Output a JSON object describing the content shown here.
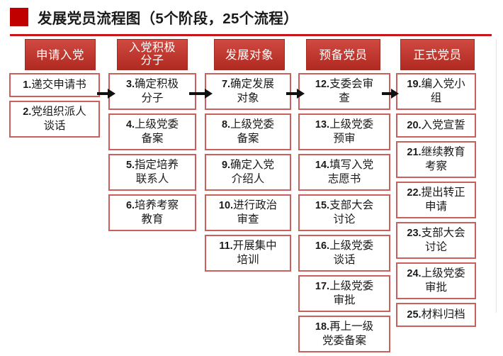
{
  "title": {
    "text": "发展党员流程图（5个阶段，25个流程）",
    "marker_color": "#c00000",
    "rule_color": "#c9161b"
  },
  "colors": {
    "stage_header_fill": "#c23b33",
    "stage_header_text": "#ffffff",
    "step_border": "#c9605c",
    "step_text": "#1a1a1a",
    "arrow": "#111111"
  },
  "chart_data": {
    "type": "flowchart",
    "title": "发展党员流程图（5个阶段，25个流程）",
    "stage_count": 5,
    "step_count": 25
  },
  "stages": [
    {
      "header": "申请入党",
      "header_lines": [
        "申请入党"
      ],
      "steps": [
        {
          "num": "1.",
          "text": "递交申请书",
          "lines": [
            "1.递交申请书"
          ]
        },
        {
          "num": "2.",
          "text": "党组织派人谈话",
          "lines": [
            "2.党组织派人",
            "谈话"
          ]
        }
      ]
    },
    {
      "header": "入党积极分子",
      "header_lines": [
        "入党积极",
        "分子"
      ],
      "steps": [
        {
          "num": "3.",
          "text": "确定积极分子",
          "lines": [
            "3.确定积极",
            "分子"
          ]
        },
        {
          "num": "4.",
          "text": "上级党委备案",
          "lines": [
            "4.上级党委",
            "备案"
          ]
        },
        {
          "num": "5.",
          "text": "指定培养联系人",
          "lines": [
            "5.指定培养",
            "联系人"
          ]
        },
        {
          "num": "6.",
          "text": "培养考察教育",
          "lines": [
            "6.培养考察",
            "教育"
          ]
        }
      ]
    },
    {
      "header": "发展对象",
      "header_lines": [
        "发展对象"
      ],
      "steps": [
        {
          "num": "7.",
          "text": "确定发展对象",
          "lines": [
            "7.确定发展",
            "对象"
          ]
        },
        {
          "num": "8.",
          "text": "上级党委备案",
          "lines": [
            "8.上级党委",
            "备案"
          ]
        },
        {
          "num": "9.",
          "text": "确定入党介绍人",
          "lines": [
            "9.确定入党",
            "介绍人"
          ]
        },
        {
          "num": "10.",
          "text": "进行政治审查",
          "lines": [
            "10.进行政治",
            "审查"
          ]
        },
        {
          "num": "11.",
          "text": "开展集中培训",
          "lines": [
            "11.开展集中",
            "培训"
          ]
        }
      ]
    },
    {
      "header": "预备党员",
      "header_lines": [
        "预备党员"
      ],
      "steps": [
        {
          "num": "12.",
          "text": "支委会审查",
          "lines": [
            "12.支委会审",
            "查"
          ]
        },
        {
          "num": "13.",
          "text": "上级党委预审",
          "lines": [
            "13.上级党委",
            "预审"
          ]
        },
        {
          "num": "14.",
          "text": "填写入党志愿书",
          "lines": [
            "14.填写入党",
            "志愿书"
          ]
        },
        {
          "num": "15.",
          "text": "支部大会讨论",
          "lines": [
            "15.支部大会",
            "讨论"
          ]
        },
        {
          "num": "16.",
          "text": "上级党委谈话",
          "lines": [
            "16.上级党委",
            "谈话"
          ]
        },
        {
          "num": "17.",
          "text": "上级党委审批",
          "lines": [
            "17.上级党委",
            "审批"
          ]
        },
        {
          "num": "18.",
          "text": "再上一级党委备案",
          "lines": [
            "18.再上一级",
            "党委备案"
          ]
        }
      ]
    },
    {
      "header": "正式党员",
      "header_lines": [
        "正式党员"
      ],
      "steps": [
        {
          "num": "19.",
          "text": "编入党小组",
          "lines": [
            "19.编入党小",
            "组"
          ]
        },
        {
          "num": "20.",
          "text": "入党宣誓",
          "lines": [
            "20.入党宣誓"
          ]
        },
        {
          "num": "21.",
          "text": "继续教育考察",
          "lines": [
            "21.继续教育",
            "考察"
          ]
        },
        {
          "num": "22.",
          "text": "提出转正申请",
          "lines": [
            "22.提出转正",
            "申请"
          ]
        },
        {
          "num": "23.",
          "text": "支部大会讨论",
          "lines": [
            "23.支部大会",
            "讨论"
          ]
        },
        {
          "num": "24.",
          "text": "上级党委审批",
          "lines": [
            "24.上级党委",
            "审批"
          ]
        },
        {
          "num": "25.",
          "text": "材料归档",
          "lines": [
            "25.材料归档"
          ]
        }
      ]
    }
  ]
}
